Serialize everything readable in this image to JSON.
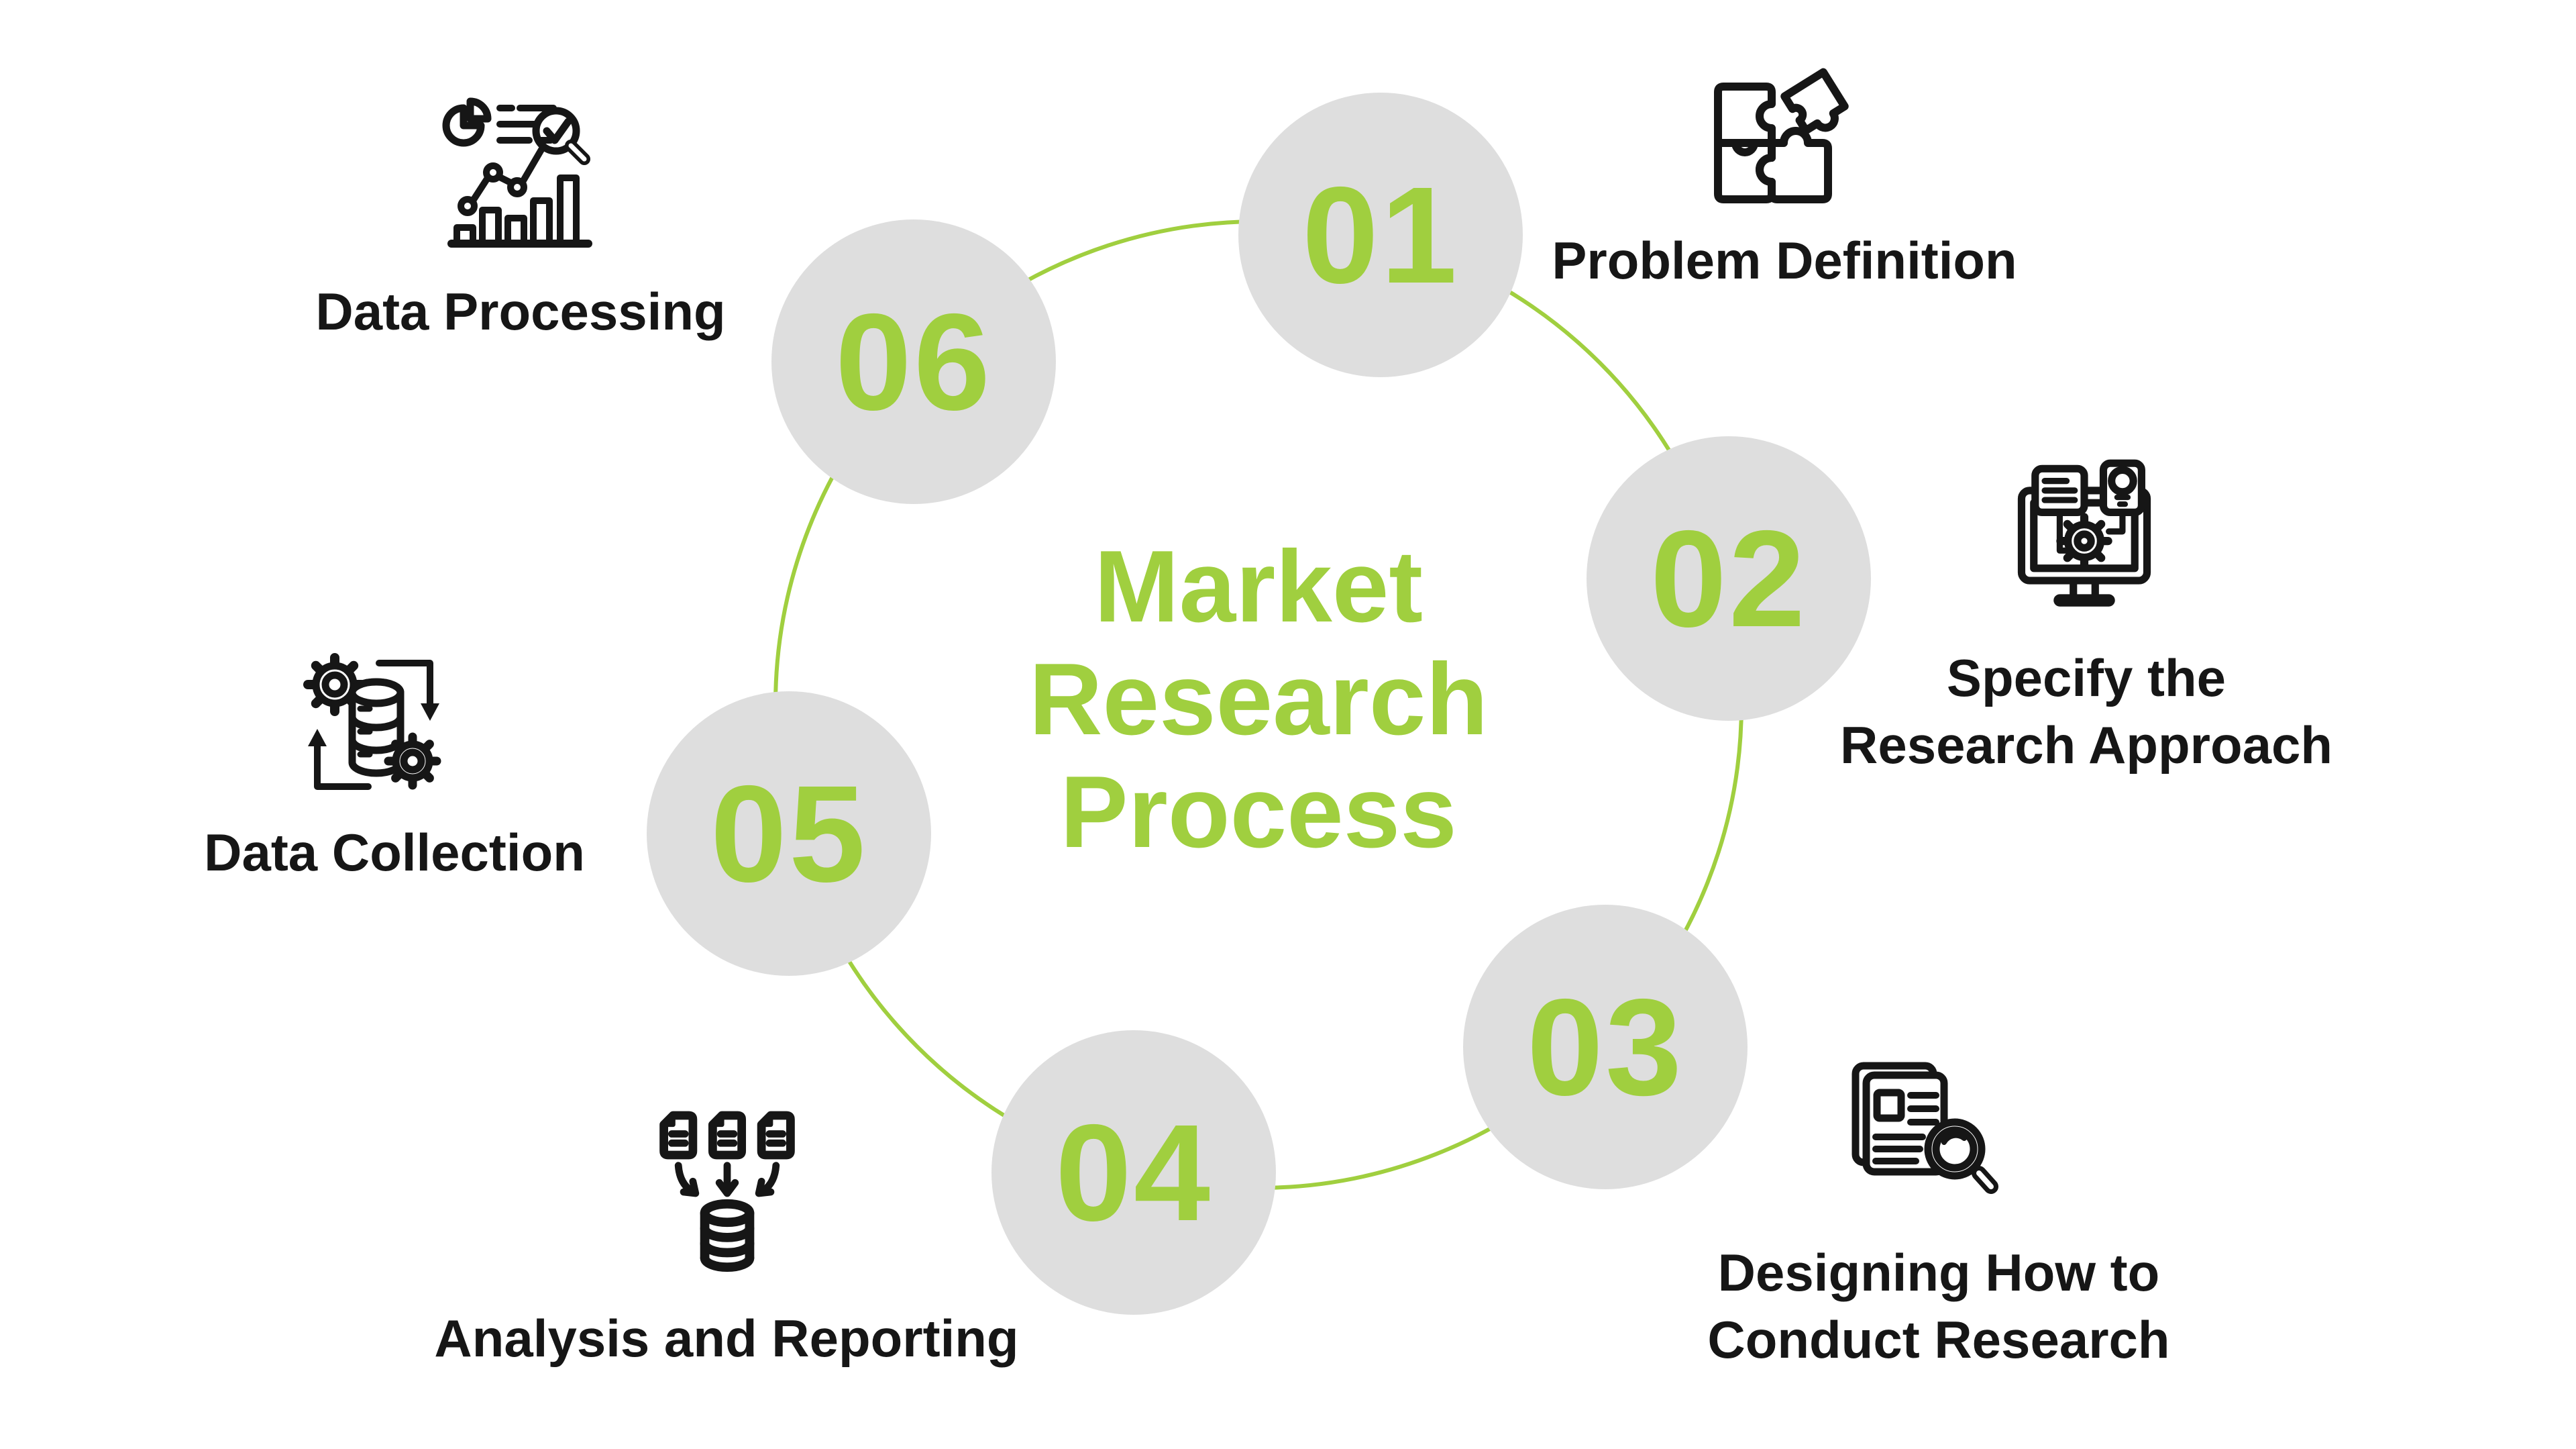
{
  "title": {
    "text": "Market Research Process",
    "lines": [
      "Market",
      "Research",
      "Process"
    ]
  },
  "colors": {
    "accent_green": "#a0cf3f",
    "circle_gray": "#dedede",
    "ink_black": "#161616",
    "background": "#ffffff"
  },
  "steps": [
    {
      "number": "01",
      "label": "Problem Definition",
      "label_lines": [
        "Problem Definition"
      ],
      "icon": "puzzle-icon"
    },
    {
      "number": "02",
      "label": "Specify the Research Approach",
      "label_lines": [
        "Specify the",
        "Research Approach"
      ],
      "icon": "monitor-gear-icon"
    },
    {
      "number": "03",
      "label": "Designing How to Conduct Research",
      "label_lines": [
        "Designing How to",
        "Conduct Research"
      ],
      "icon": "document-magnifier-icon"
    },
    {
      "number": "04",
      "label": "Analysis and Reporting",
      "label_lines": [
        "Analysis and Reporting"
      ],
      "icon": "documents-to-database-icon"
    },
    {
      "number": "05",
      "label": "Data Collection",
      "label_lines": [
        "Data Collection"
      ],
      "icon": "database-gears-icon"
    },
    {
      "number": "06",
      "label": "Data Processing",
      "label_lines": [
        "Data Processing"
      ],
      "icon": "analytics-chart-icon"
    }
  ]
}
